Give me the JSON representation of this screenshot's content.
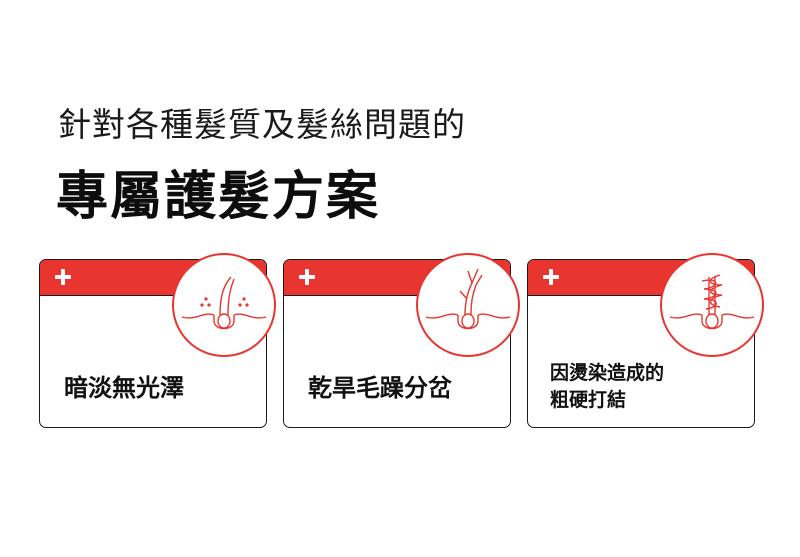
{
  "header": {
    "subtitle": "針對各種髮質及髮絲問題的",
    "title": "專屬護髮方案"
  },
  "cards": [
    {
      "icon": "hair-follicle-dots-icon",
      "label": "暗淡無光澤"
    },
    {
      "icon": "hair-follicle-split-icon",
      "label": "乾旱毛躁分岔"
    },
    {
      "icon": "hair-follicle-tangled-icon",
      "label_lines": [
        "因燙染造成的",
        "粗硬打結"
      ]
    }
  ],
  "colors": {
    "accent": "#e8352f",
    "text": "#111111",
    "border": "#1a1a1a",
    "background": "#ffffff"
  }
}
